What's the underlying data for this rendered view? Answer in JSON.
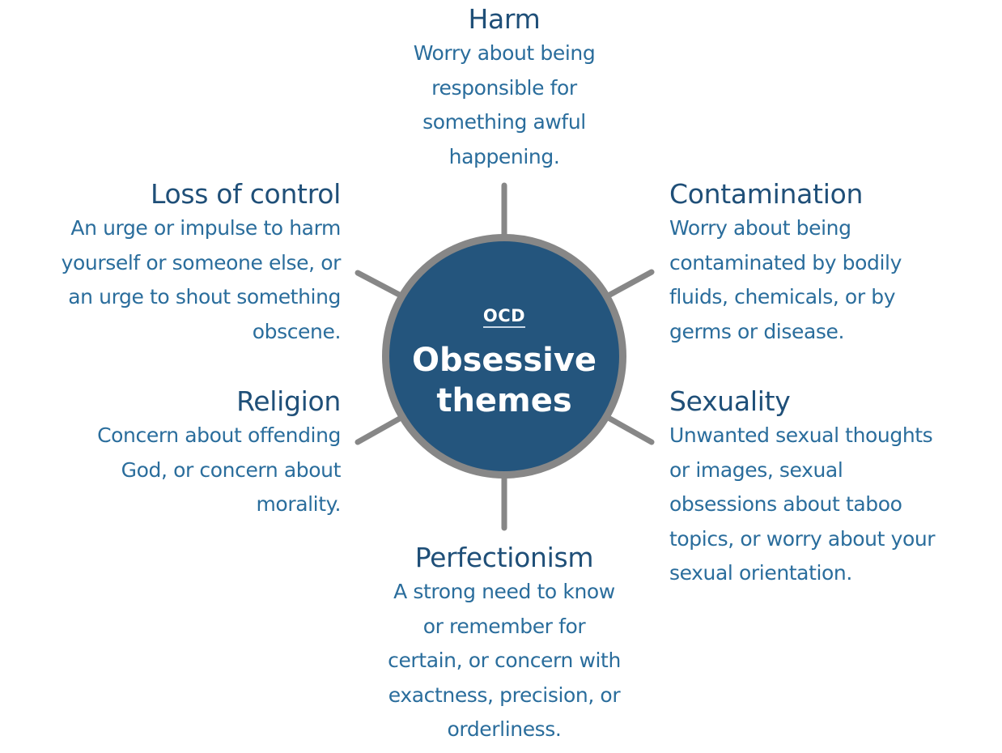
{
  "diagram": {
    "type": "hub-and-spoke",
    "colors": {
      "hub_fill": "#24557d",
      "hub_ring": "#878787",
      "spoke": "#878787",
      "title_text": "#1f4f78",
      "body_text": "#2a6d9c",
      "hub_text": "#ffffff"
    }
  },
  "hub": {
    "label": "OCD",
    "title_line1": "Obsessive",
    "title_line2": "themes"
  },
  "themes": {
    "harm": {
      "title": "Harm",
      "lines": [
        "Worry about being",
        "responsible for",
        "something awful",
        "happening."
      ]
    },
    "loss_of_control": {
      "title": "Loss of control",
      "lines": [
        "An urge or impulse to harm",
        "yourself or someone else, or",
        "an urge to shout something",
        "obscene."
      ]
    },
    "contamination": {
      "title": "Contamination",
      "lines": [
        "Worry about being",
        "contaminated by bodily",
        "fluids, chemicals, or by",
        "germs or disease."
      ]
    },
    "religion": {
      "title": "Religion",
      "lines": [
        "Concern about offending",
        "God, or concern about",
        "morality."
      ]
    },
    "sexuality": {
      "title": "Sexuality",
      "lines": [
        "Unwanted sexual thoughts",
        "or images, sexual",
        "obsessions about taboo",
        "topics, or worry about your",
        "sexual orientation."
      ]
    },
    "perfectionism": {
      "title": "Perfectionism",
      "lines": [
        "A strong need to know",
        "or remember for",
        "certain, or concern with",
        "exactness, precision, or",
        "orderliness."
      ]
    }
  }
}
